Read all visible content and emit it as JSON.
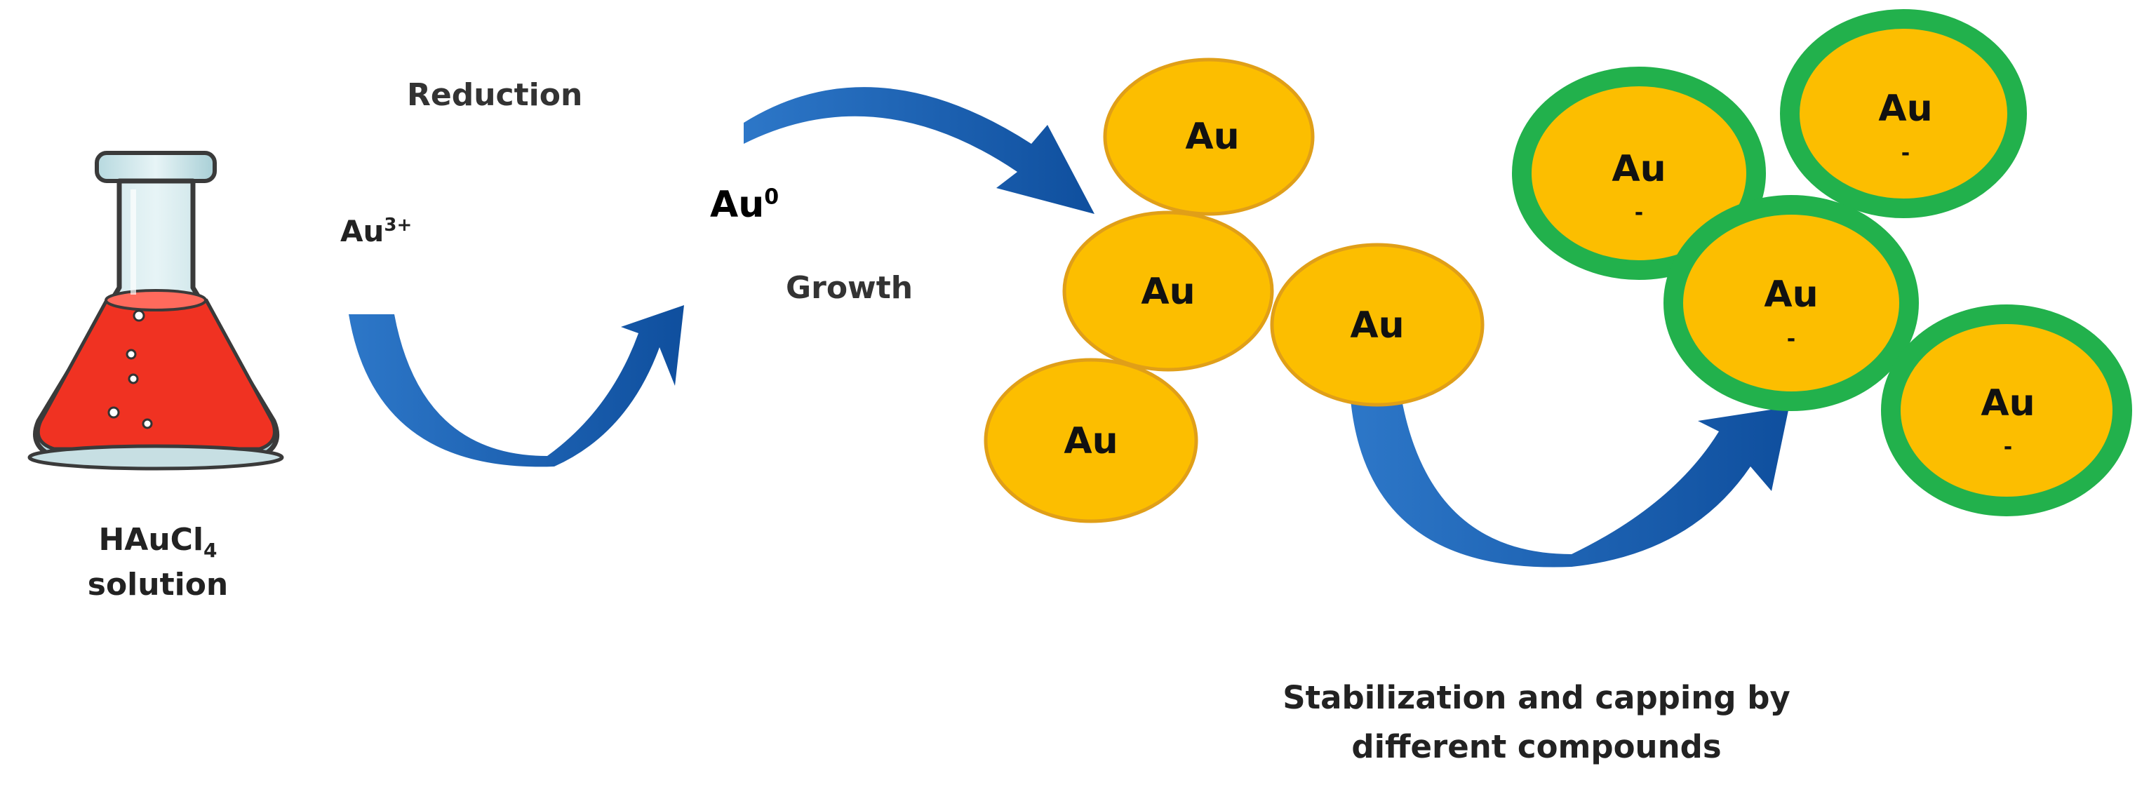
{
  "flask_label": {
    "line1": "HAuCl",
    "sub": "4",
    "line2": "solution"
  },
  "ion_label": {
    "base": "Au",
    "sup": "3+"
  },
  "atom_label": {
    "base": "Au",
    "sup": "0"
  },
  "step_reduction": "Reduction",
  "step_growth": "Growth",
  "stabilization": {
    "line1": "Stabilization and capping by",
    "line2": "different compounds"
  },
  "particle_label": "Au",
  "charge_sign": "-",
  "colors": {
    "liquid": "#f03222",
    "gold": "#fcbe00",
    "gold_edge": "#e09f18",
    "capping": "#22b14c",
    "arrow": "#1e63b0"
  }
}
